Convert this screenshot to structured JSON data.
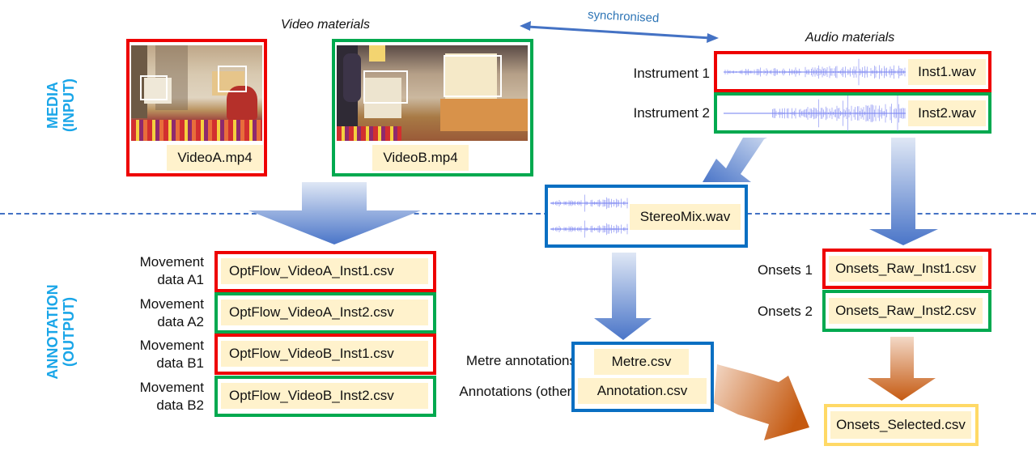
{
  "sections": {
    "media": {
      "line1": "MEDIA",
      "line2": "(INPUT)"
    },
    "annotation": {
      "line1": "ANNOTATION",
      "line2": "(OUTPUT)"
    }
  },
  "headings": {
    "video_materials": "Video materials",
    "audio_materials": "Audio materials",
    "synchronised": "synchronised"
  },
  "videos": [
    {
      "file": "VideoA.mp4",
      "color": "#ee0000",
      "faces": 2
    },
    {
      "file": "VideoB.mp4",
      "color": "#00a94f",
      "faces": 2
    }
  ],
  "audio": [
    {
      "label": "Instrument 1",
      "file": "Inst1.wav",
      "color": "#ee0000"
    },
    {
      "label": "Instrument 2",
      "file": "Inst2.wav",
      "color": "#00a94f"
    }
  ],
  "stereo_mix": {
    "file": "StereoMix.wav",
    "color": "#0a6fc2"
  },
  "movement": [
    {
      "label_line1": "Movement",
      "label_line2": "data A1",
      "file": "OptFlow_VideoA_Inst1.csv",
      "color": "#ee0000"
    },
    {
      "label_line1": "Movement",
      "label_line2": "data A2",
      "file": "OptFlow_VideoA_Inst2.csv",
      "color": "#00a94f"
    },
    {
      "label_line1": "Movement",
      "label_line2": "data B1",
      "file": "OptFlow_VideoB_Inst1.csv",
      "color": "#ee0000"
    },
    {
      "label_line1": "Movement",
      "label_line2": "data B2",
      "file": "OptFlow_VideoB_Inst2.csv",
      "color": "#00a94f"
    }
  ],
  "annotations": [
    {
      "label": "Metre annotations",
      "file": "Metre.csv"
    },
    {
      "label": "Annotations (other)",
      "file": "Annotation.csv"
    }
  ],
  "onsets": [
    {
      "label": "Onsets 1",
      "file": "Onsets_Raw_Inst1.csv",
      "color": "#ee0000"
    },
    {
      "label": "Onsets 2",
      "file": "Onsets_Raw_Inst2.csv",
      "color": "#00a94f"
    }
  ],
  "onsets_selected": {
    "file": "Onsets_Selected.csv",
    "color": "#ffd966"
  },
  "colors": {
    "section_label": "#1aa6e8",
    "file_fill": "#fff2cc",
    "blue_arrow": "#4472c4",
    "orange_arrow": "#c55a11",
    "divider": "#4472c4"
  }
}
